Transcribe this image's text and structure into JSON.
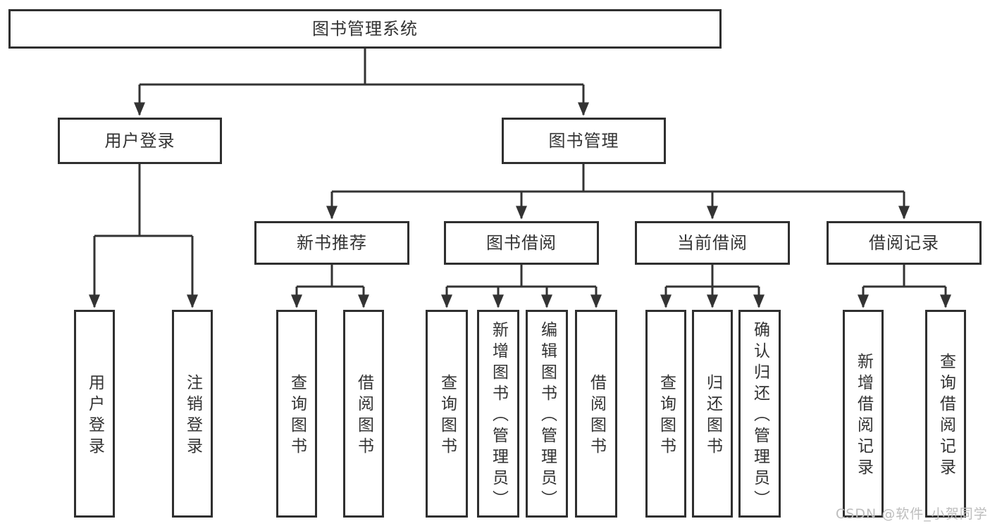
{
  "diagram": {
    "title": "图书管理系统",
    "root": {
      "label": "图书管理系统"
    },
    "level2": [
      {
        "label": "用户登录"
      },
      {
        "label": "图书管理"
      }
    ],
    "level3": [
      {
        "label": "新书推荐"
      },
      {
        "label": "图书借阅"
      },
      {
        "label": "当前借阅"
      },
      {
        "label": "借阅记录"
      }
    ],
    "leaves": {
      "user_login": [
        {
          "label": "用户登录"
        },
        {
          "label": "注销登录"
        }
      ],
      "new_book": [
        {
          "label": "查询图书"
        },
        {
          "label": "借阅图书"
        }
      ],
      "book_borrow": [
        {
          "label": "查询图书"
        },
        {
          "label": "新增图书（管理员）"
        },
        {
          "label": "编辑图书（管理员）"
        },
        {
          "label": "借阅图书"
        }
      ],
      "current_borrow": [
        {
          "label": "查询图书"
        },
        {
          "label": "归还图书"
        },
        {
          "label": "确认归还（管理员）"
        }
      ],
      "borrow_record": [
        {
          "label": "新增借阅记录"
        },
        {
          "label": "查询借阅记录"
        }
      ]
    }
  },
  "watermark": {
    "text": "CSDN @软件_小贺同学"
  },
  "colors": {
    "line": "#333333",
    "border": "#2f2f2f",
    "text": "#333333",
    "watermark": "#bdbdbd",
    "background": "#ffffff"
  }
}
